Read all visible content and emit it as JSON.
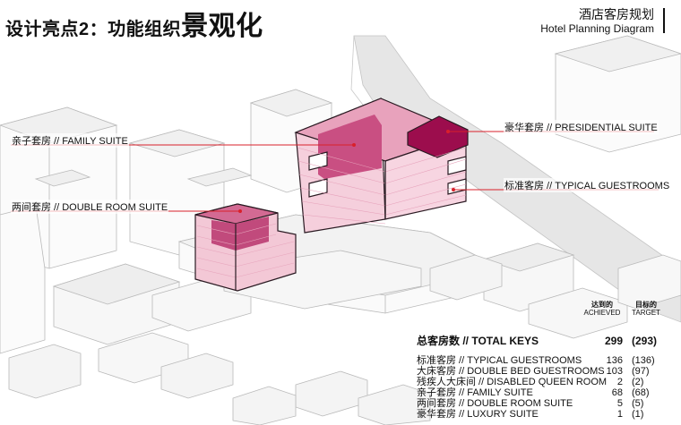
{
  "header": {
    "title_main": "设计亮点2：功能组织",
    "title_emph": "景观化",
    "subtitle_cn": "酒店客房规划",
    "subtitle_en": "Hotel Planning Diagram"
  },
  "callouts": {
    "family": "亲子套房 // FAMILY SUITE",
    "double": "两间套房 // DOUBLE ROOM SUITE",
    "presidential": "豪华套房 // PRESIDENTIAL SUITE",
    "typical": "标准客房 // TYPICAL GUESTROOMS"
  },
  "stats": {
    "achieved_cn": "达到的",
    "achieved_en": "ACHIEVED",
    "target_cn": "目标的",
    "target_en": "TARGET",
    "total": {
      "label": "总客房数 // TOTAL KEYS",
      "achieved": "299",
      "target": "(293)"
    },
    "rows": [
      {
        "label": "标准客房 // TYPICAL GUESTROOMS",
        "achieved": "136",
        "target": "(136)"
      },
      {
        "label": "大床客房 // DOUBLE BED GUESTROOMS",
        "achieved": "103",
        "target": "(97)"
      },
      {
        "label": "残疾人大床间 // DISABLED QUEEN ROOM",
        "achieved": "2",
        "target": "(2)"
      },
      {
        "label": "亲子套房 // FAMILY SUITE",
        "achieved": "68",
        "target": "(68)"
      },
      {
        "label": "两间套房 // DOUBLE ROOM SUITE",
        "achieved": "5",
        "target": "(5)"
      },
      {
        "label": "豪华套房 // LUXURY SUITE",
        "achieved": "1",
        "target": "(1)"
      }
    ]
  },
  "colors": {
    "accent_line": "#d9202b",
    "room_light": "#f2c9d6",
    "room_mid": "#d5628e",
    "room_dark": "#a00d4f"
  }
}
